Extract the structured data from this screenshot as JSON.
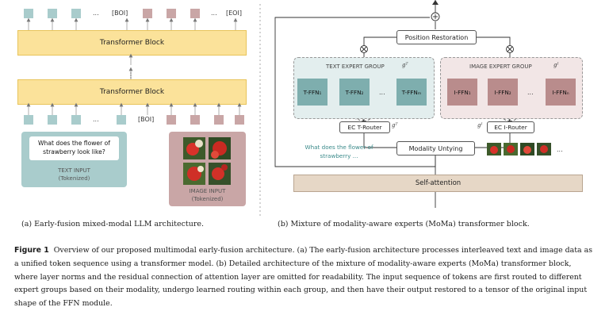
{
  "panel_a": {
    "boi_top": "[BOI]",
    "eoi_top": "[EOI]",
    "dots_top_1": "...",
    "dots_top_2": "...",
    "transformer_top": "Transformer Block",
    "transformer_bottom": "Transformer Block",
    "boi_bottom": "[BOI]",
    "dots_bottom": "...",
    "text_prompt": "What does the flower of strawberry look like?",
    "text_input_label": "TEXT INPUT",
    "text_input_sub": "(Tokenized)",
    "image_input_label": "IMAGE INPUT",
    "image_input_sub": "(Tokenized)",
    "caption": "(a) Early-fusion mixed-modal LLM architecture."
  },
  "panel_b": {
    "position_restoration": "Position Restoration",
    "text_group_label": "TEXT EXPERT GROUP",
    "text_group_sym": "𝑔ᵀ",
    "image_group_label": "IMAGE EXPERT GROUP",
    "image_group_sym": "𝑔ᴵ",
    "t_ffn": [
      "T-FFN₁",
      "T-FFN₂",
      "T-FFNₘ"
    ],
    "i_ffn": [
      "I-FFN₁",
      "I-FFN₂",
      "I-FFNₙ"
    ],
    "dots": "...",
    "ec_t_router": "EC T-Router",
    "ec_i_router": "EC I-Router",
    "router_sym_t": "𝑔ᵀ",
    "router_sym_i": "𝑔ᴵ",
    "modality_untying": "Modality Untying",
    "text_tokens": "What does the flower of strawberry ...",
    "image_dots": "...",
    "self_attention": "Self-attention",
    "caption": "(b) Mixture of modality-aware experts (MoMa) transformer block."
  },
  "figure_caption": {
    "label": "Figure 1",
    "text": "Overview of our proposed multimodal early-fusion architecture. (a) The early-fusion architecture processes interleaved text and image data as a unified token sequence using a transformer model. (b) Detailed architecture of the mixture of modality-aware experts (MoMa) transformer block, where layer norms and the residual connection of attention layer are omitted for readability. The input sequence of tokens are first routed to different expert groups based on their modality, undergo learned routing within each group, and then have their output restored to a tensor of the original input shape of the FFN module."
  },
  "colors": {
    "text_token": "#a9cccc",
    "image_token": "#c9a6a6",
    "transformer": "#fbe29a",
    "text_ffn": "#7eaeae",
    "image_ffn": "#b98c8c",
    "text_group_bg": "#e3eeee",
    "image_group_bg": "#f2e6e6",
    "self_attention": "#e6d7c6"
  }
}
